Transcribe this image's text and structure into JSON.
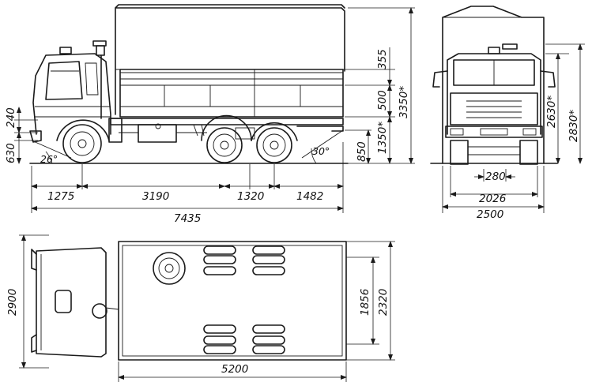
{
  "side_view": {
    "dim_1275": "1275",
    "dim_3190": "3190",
    "dim_1320": "1320",
    "dim_1482": "1482",
    "dim_7435": "7435",
    "dim_240": "240",
    "dim_630": "630",
    "dim_355": "355",
    "dim_500": "500",
    "dim_850": "850",
    "dim_1350": "1350*",
    "dim_3350": "3350*",
    "angle_front": "26°",
    "angle_rear": "30°"
  },
  "front_view": {
    "dim_2630": "2630*",
    "dim_2830": "2830*",
    "dim_280": "280",
    "dim_2026": "2026",
    "dim_2500": "2500"
  },
  "top_view": {
    "dim_2900": "2900",
    "dim_1856": "1856",
    "dim_2320": "2320",
    "dim_5200": "5200"
  }
}
